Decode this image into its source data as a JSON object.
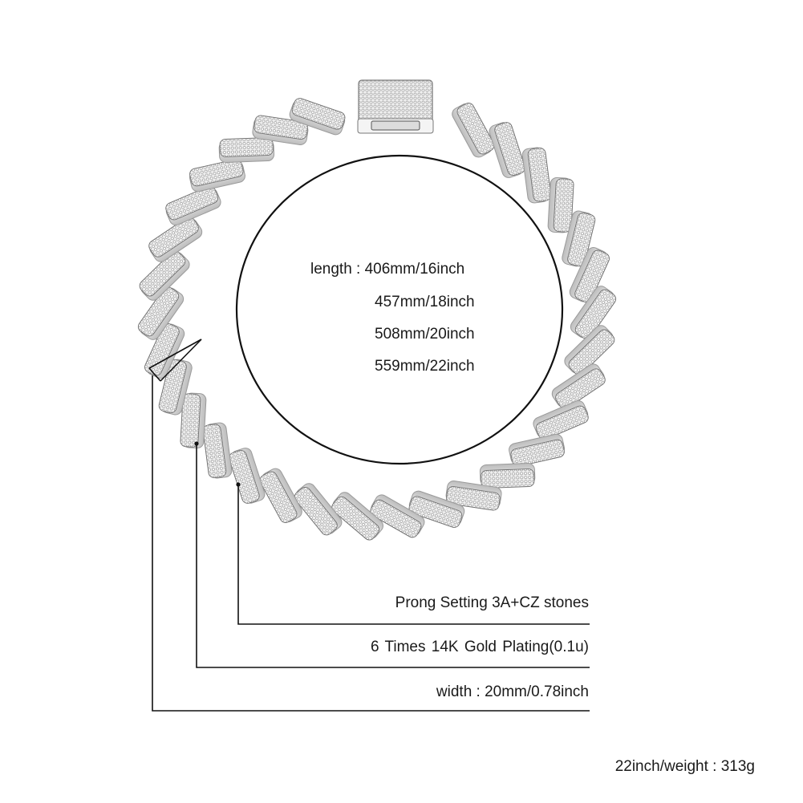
{
  "product": {
    "type": "Cuban link chain necklace",
    "finish_color": "#d8d8d8",
    "accent_line_color": "#111111"
  },
  "length": {
    "label": "length : ",
    "options": [
      "406mm/16inch",
      "457mm/18inch",
      "508mm/20inch",
      "559mm/22inch"
    ]
  },
  "callouts": [
    {
      "text": "Prong Setting 3A+CZ stones"
    },
    {
      "text": "6 Times  14K  Gold  Plating(0.1u)"
    },
    {
      "text": "width : 20mm/0.78inch"
    }
  ],
  "weight": {
    "text": "22inch/weight :  313g"
  },
  "icons": {
    "clasp": "box-clasp-icon",
    "chain": "cuban-chain-icon"
  }
}
